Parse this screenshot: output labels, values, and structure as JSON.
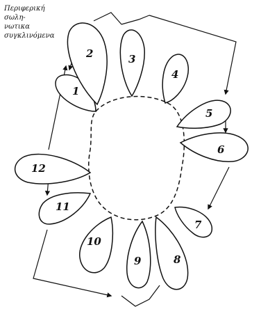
{
  "caption": {
    "lines": [
      "Περιφερική",
      "σωλη-",
      "νωτικα",
      "συγκλινόμενα"
    ]
  },
  "petals": [
    {
      "label": "1"
    },
    {
      "label": "2"
    },
    {
      "label": "3"
    },
    {
      "label": "4"
    },
    {
      "label": "5"
    },
    {
      "label": "6"
    },
    {
      "label": "7"
    },
    {
      "label": "8"
    },
    {
      "label": "9"
    },
    {
      "label": "10"
    },
    {
      "label": "11"
    },
    {
      "label": "12"
    }
  ],
  "colors": {
    "line": "#111111",
    "background": "#ffffff"
  }
}
